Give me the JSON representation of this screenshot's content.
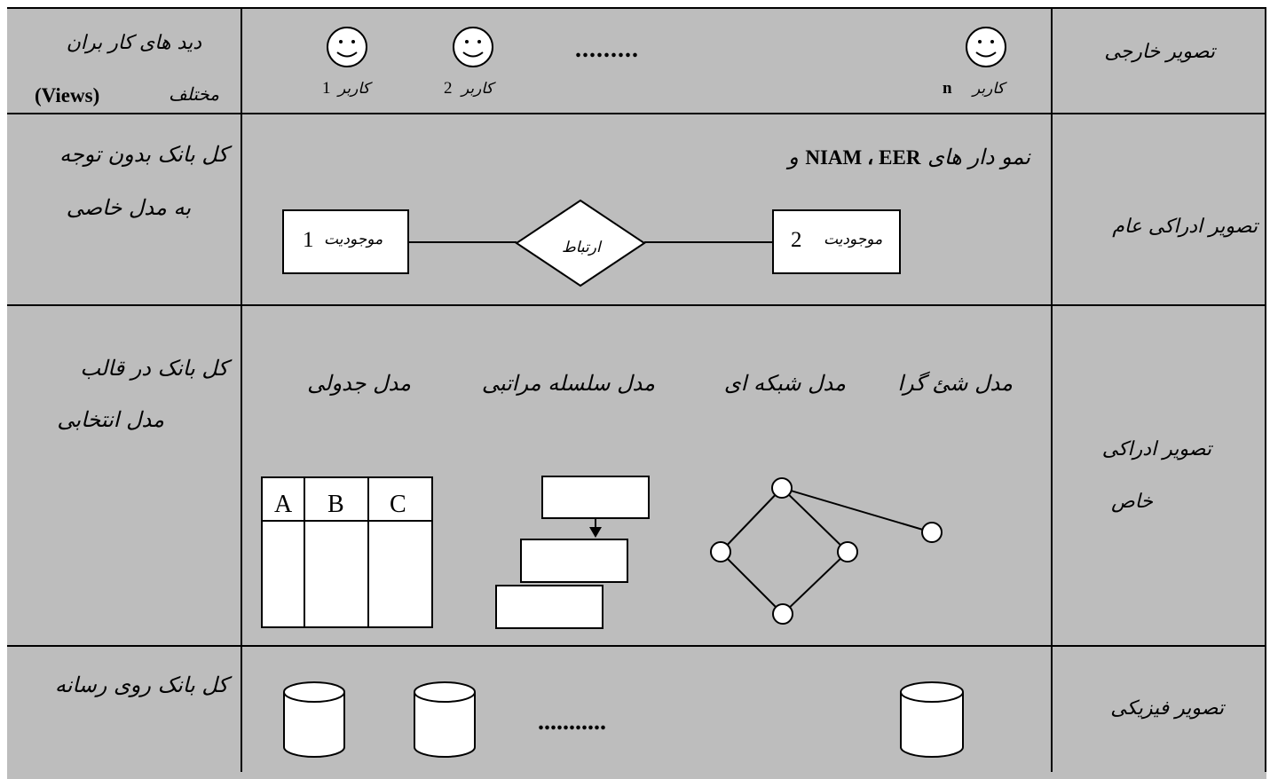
{
  "left_col": {
    "views_line1": "دید های کار بران",
    "views_line2": "مختلف",
    "views_en": "(Views)",
    "general_line1": "کل بانک بدون توجه",
    "general_line2": "به مدل خاصی",
    "model_line1": "کل بانک در قالب",
    "model_line2": "مدل انتخابی",
    "media": "کل بانک روی رسانه"
  },
  "right_col": {
    "external": "تصویر خارجی",
    "conceptual_general": "تصویر ادراکی عام",
    "conceptual_specific_1": "تصویر ادراکی",
    "conceptual_specific_2": "خاص",
    "physical": "تصویر فیزیکی"
  },
  "users": {
    "word": "کاربر",
    "u1": "1",
    "u2": "2",
    "un": "n",
    "dots": ".........",
    "smiley": "☺"
  },
  "er": {
    "heading": "نمو دار های",
    "heading_models": "NIAM ، EER",
    "heading_and": "و",
    "entity_word": "موجودیت",
    "e1_num": "1",
    "e2_num": "2",
    "relation": "ارتباط"
  },
  "models": {
    "object": "مدل شئ گرا",
    "network": "مدل شبکه ای",
    "hierarchical": "مدل سلسله مراتبی",
    "relational": "مدل جدولی",
    "table_headers": [
      "A",
      "B",
      "C"
    ]
  },
  "storage": {
    "dots": "..........."
  }
}
